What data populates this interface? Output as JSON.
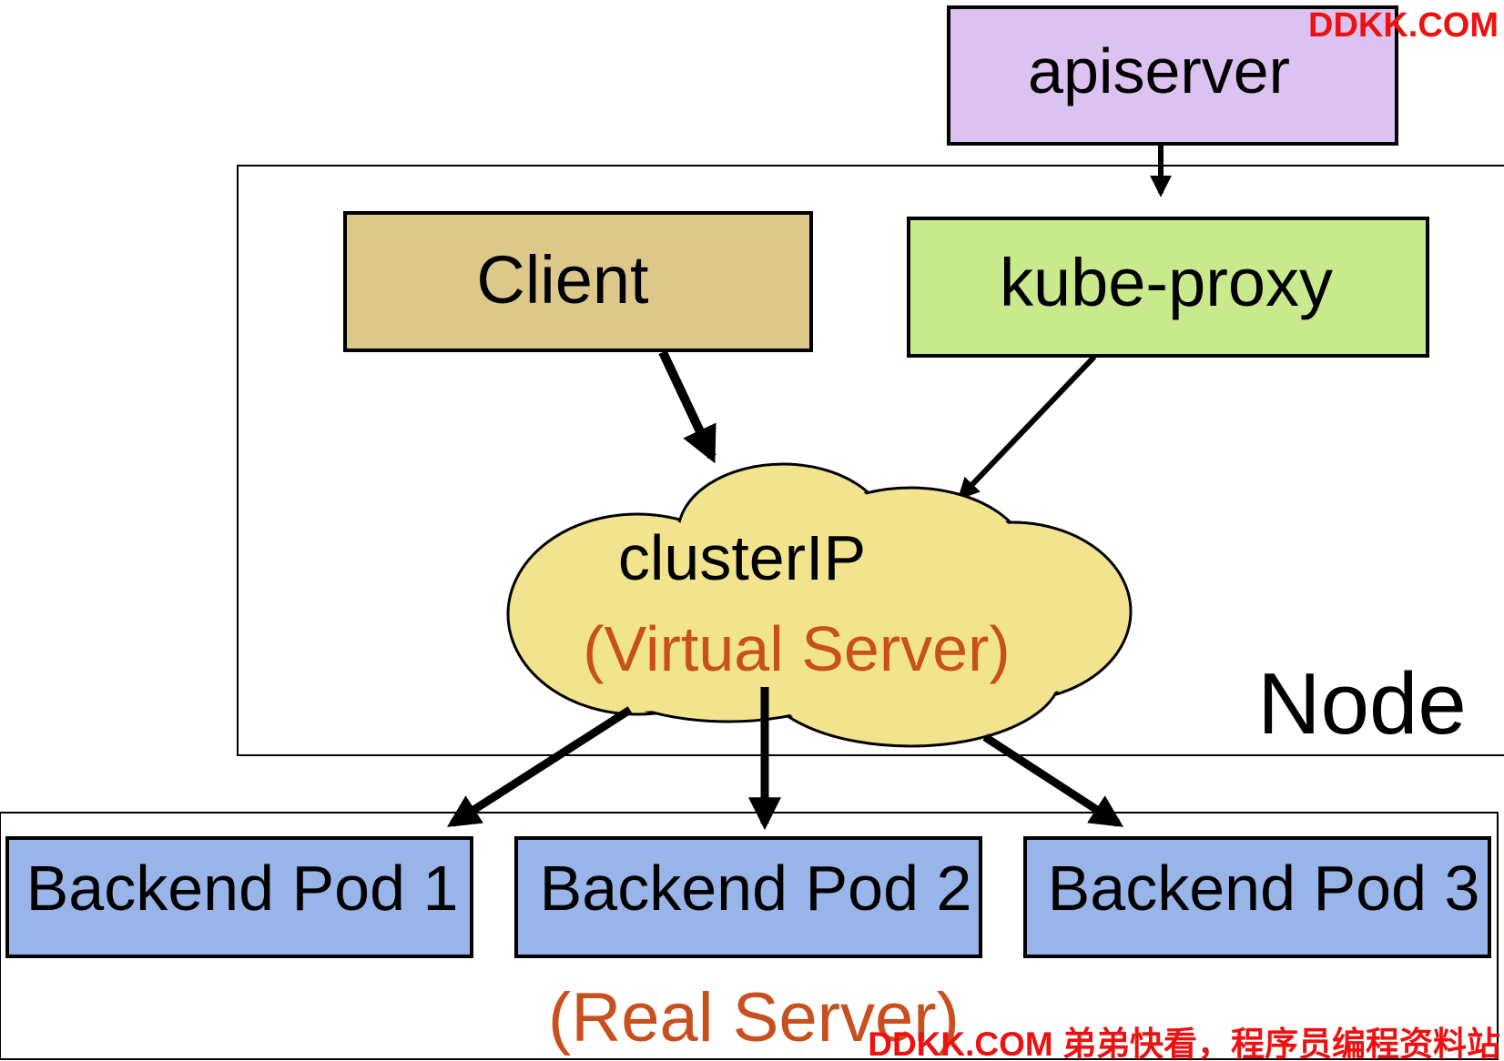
{
  "watermark_top": "DDKK.COM",
  "watermark_bottom": "DDKK.COM 弟弟快看，程序员编程资料站",
  "nodes": {
    "apiserver": "apiserver",
    "client": "Client",
    "kube_proxy": "kube-proxy",
    "cluster_ip": "clusterIP",
    "virtual_server": "(Virtual Server)",
    "node": "Node",
    "pod1": "Backend Pod 1",
    "pod2": "Backend Pod 2",
    "pod3": "Backend Pod 3",
    "real_server": "(Real Server)"
  },
  "colors": {
    "apiserver_fill": "#dcc2f0",
    "client_fill": "#dcc888",
    "kube_proxy_fill": "#c8ea8c",
    "cloud_fill": "#f2e48e",
    "pod_fill": "#98b4e8",
    "accent_orange": "#c8501e",
    "watermark_red": "#ee1111"
  }
}
